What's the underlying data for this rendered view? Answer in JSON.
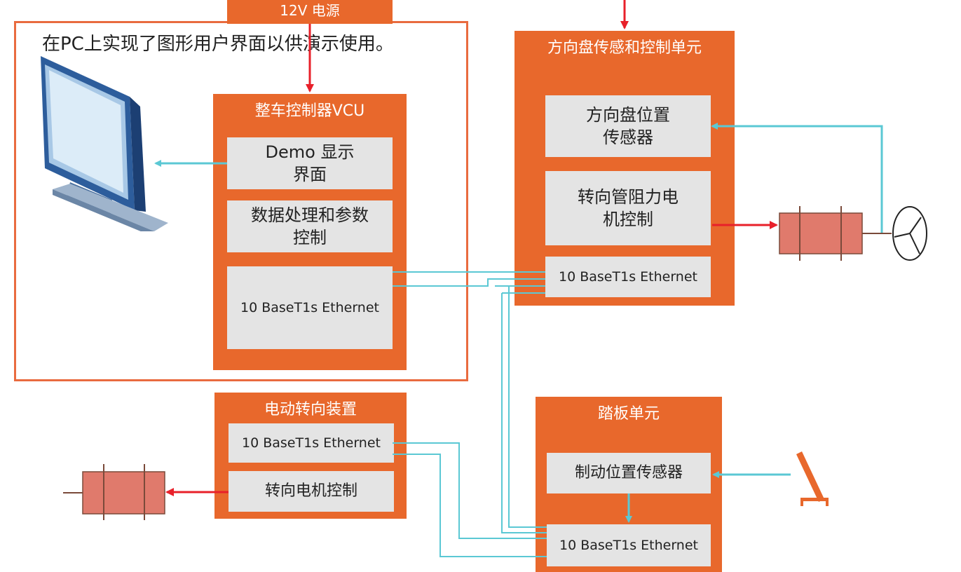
{
  "power": {
    "label": "12V 电源"
  },
  "pc_frame": {
    "caption": "在PC上实现了图形用户界面以供演示使用。"
  },
  "vcu": {
    "title": "整车控制器VCU",
    "blocks": [
      "Demo 显示\n界面",
      "数据处理和参数\n控制",
      "10 BaseT1s Ethernet"
    ]
  },
  "steering_unit": {
    "title": "方向盘传感和控制单元",
    "blocks": [
      "方向盘位置\n传感器",
      "转向管阻力电\n机控制",
      "10 BaseT1s Ethernet"
    ]
  },
  "eps": {
    "title": "电动转向装置",
    "blocks": [
      "10 BaseT1s Ethernet",
      "转向电机控制"
    ]
  },
  "pedal_unit": {
    "title": "踏板单元",
    "blocks": [
      "制动位置传感器",
      "10 BaseT1s Ethernet"
    ]
  },
  "colors": {
    "unit_orange": "#e8682c",
    "inner_gray": "#e4e4e4",
    "ethernet_cyan": "#5bc8d4",
    "signal_red": "#e8202a",
    "motor_fill": "#e07a6c"
  },
  "icons": [
    "monitor-icon",
    "motor-icon",
    "steering-wheel-icon",
    "brake-pedal-icon"
  ]
}
